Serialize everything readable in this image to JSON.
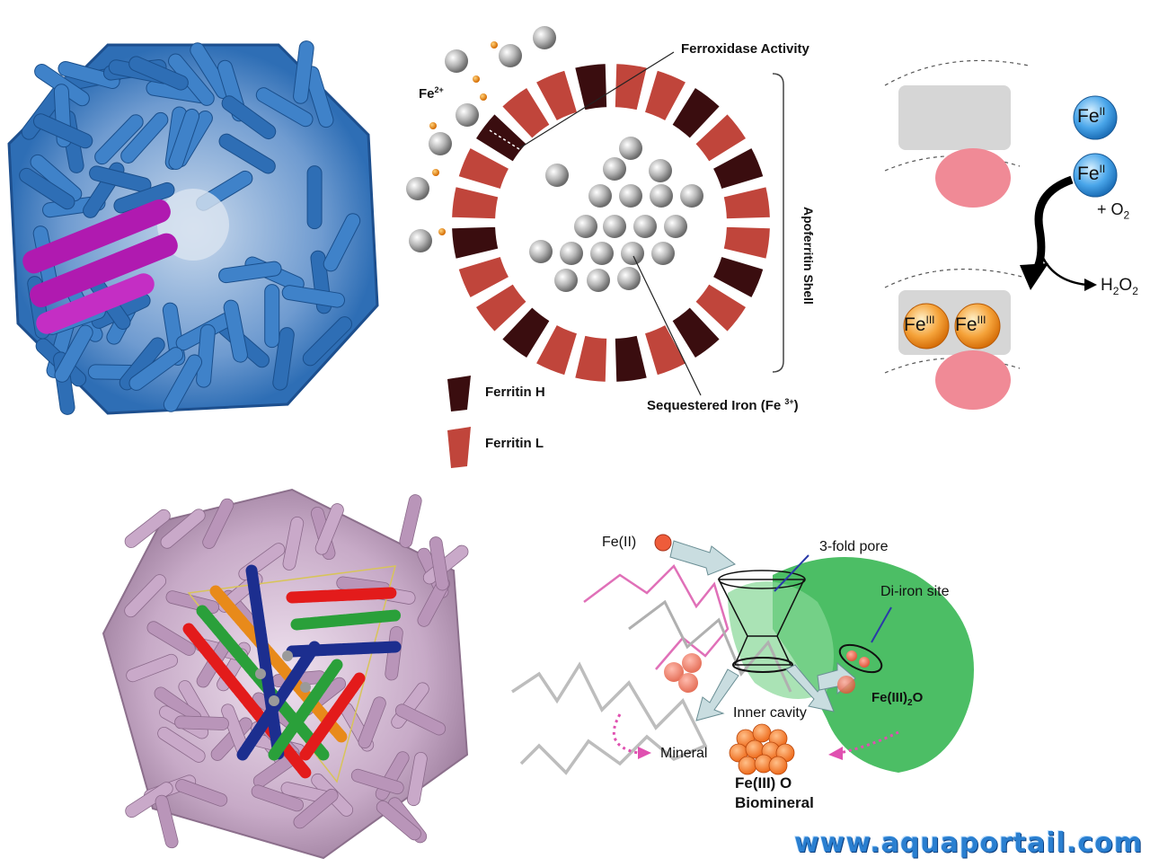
{
  "shell_diagram": {
    "fe2_label": "Fe",
    "fe2_charge": "2+",
    "ferroxidase_label": "Ferroxidase Activity",
    "apoferritin_label": "Apoferritin Shell",
    "sequestered_label": "Sequestered Iron (Fe",
    "sequestered_charge": "3+",
    "sequestered_close": ")",
    "legend": [
      {
        "label": "Ferritin H",
        "color": "#3a0d0f"
      },
      {
        "label": "Ferritin L",
        "color": "#c0453b"
      }
    ]
  },
  "reaction_diagram": {
    "fe_symbol": "Fe",
    "fe2_oxidation": "II",
    "fe3_oxidation": "III",
    "o2_label": "+ O",
    "o2_sub": "2",
    "h2o2_h": "H",
    "h2o2_sub1": "2",
    "h2o2_o": "O",
    "h2o2_sub2": "2"
  },
  "pore_diagram": {
    "fe_ii_label": "Fe(II)",
    "threefold_label": "3-fold pore",
    "diiron_label": "Di-iron site",
    "fe3_2o_label": "Fe(III)",
    "fe3_2o_sub": "2",
    "fe3_2o_o": "O",
    "inner_cavity_label": "Inner cavity",
    "mineral_label": "Mineral",
    "biomineral_line1": "Fe(III) O",
    "biomineral_line2": "Biomineral"
  },
  "watermark": "www.aquaportail.com",
  "colors": {
    "ferritin_blue": "#2e6eb5",
    "subunit_magenta": "#b01ab0",
    "ferritin_h": "#3a0d0f",
    "ferritin_l": "#c0453b",
    "iron_grey": "#9a9a9a",
    "fe2_blue": "#3a98e0",
    "fe3_orange": "#f39a2a",
    "pore_green": "#2db34a",
    "arrow_pink": "#e050b0"
  }
}
